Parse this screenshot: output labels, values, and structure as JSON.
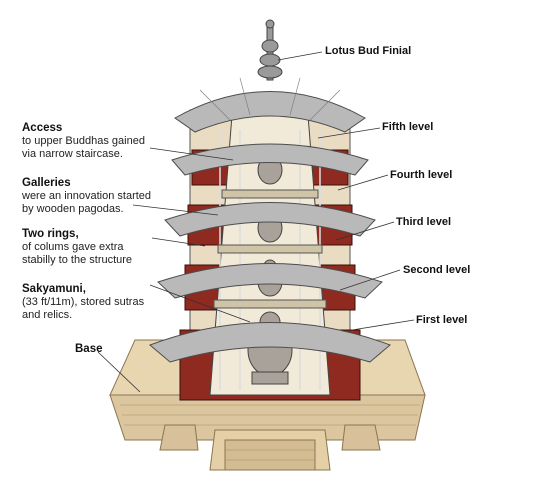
{
  "labels_left": [
    {
      "id": "access",
      "title": "Access",
      "lines": [
        "to upper Buddhas gained",
        "via narrow staircase."
      ]
    },
    {
      "id": "galleries",
      "title": "Galleries",
      "lines": [
        "were an innovation started",
        "by wooden pagodas."
      ]
    },
    {
      "id": "two-rings",
      "title": "Two rings,",
      "lines": [
        "of colums gave extra",
        "stabilly to the structure"
      ]
    },
    {
      "id": "sakyamuni",
      "title": "Sakyamuni,",
      "lines": [
        "(33 ft/11m), stored sutras",
        "and relics."
      ]
    },
    {
      "id": "base",
      "title": "Base",
      "lines": []
    }
  ],
  "labels_right": [
    {
      "id": "finial",
      "text": "Lotus Bud Finial"
    },
    {
      "id": "fifth",
      "text": "Fifth level"
    },
    {
      "id": "fourth",
      "text": "Fourth level"
    },
    {
      "id": "third",
      "text": "Third level"
    },
    {
      "id": "second",
      "text": "Second level"
    },
    {
      "id": "first",
      "text": "First level"
    }
  ],
  "colors": {
    "roof": "#b9b9b9",
    "roof_dark": "#8a8a8a",
    "wood": "#8e2a1f",
    "wall": "#e9dcc2",
    "base": "#e8d6b0",
    "base_dark": "#cdb68c",
    "line": "#333333"
  }
}
